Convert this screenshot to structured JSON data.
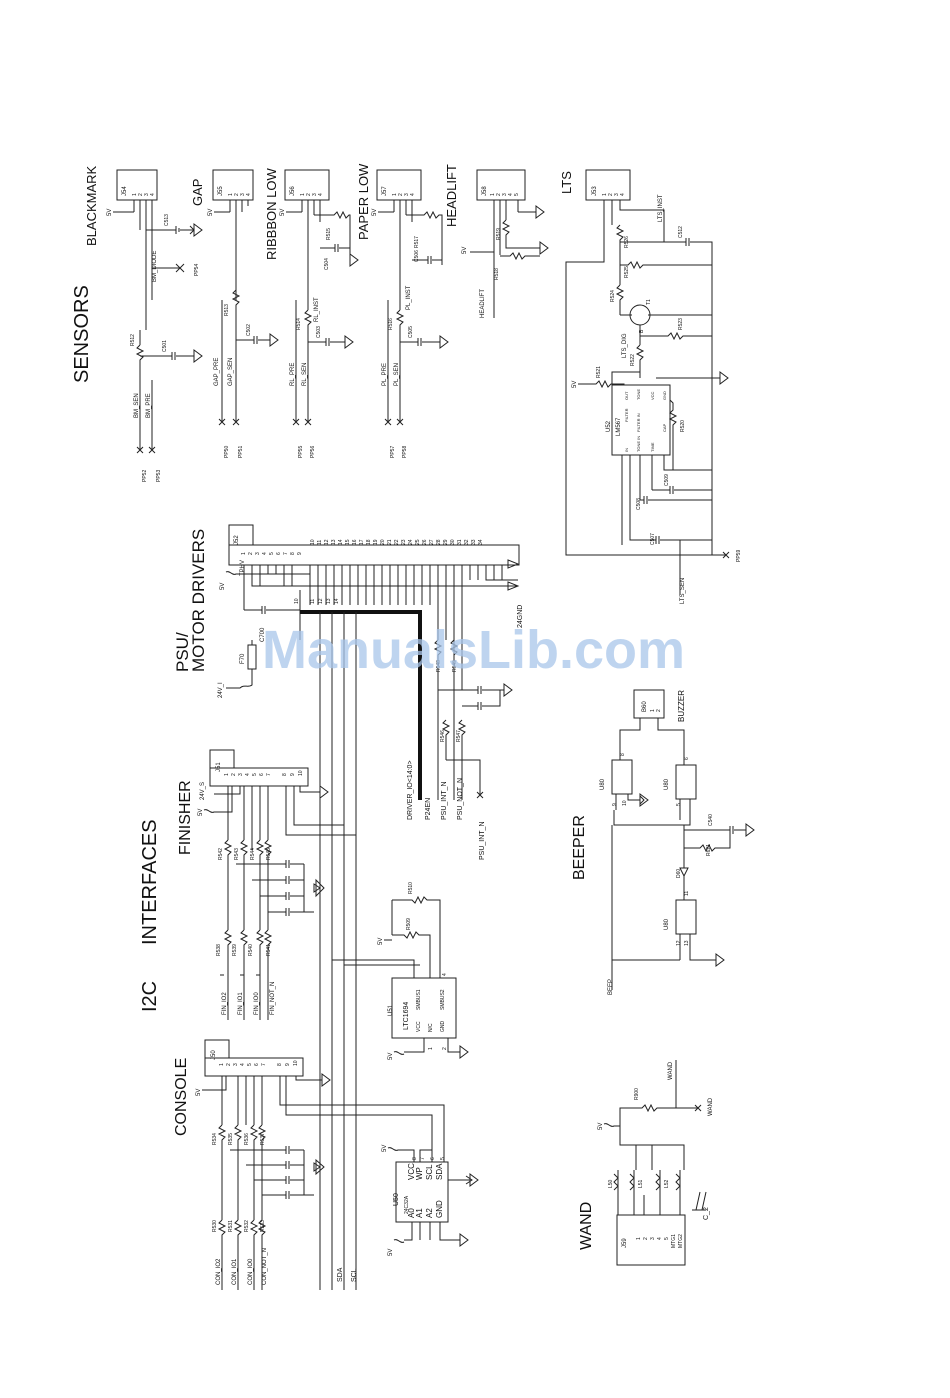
{
  "watermark": "ManualsLib.com",
  "sections": {
    "sensors": "SENSORS",
    "psu": [
      "PSU/",
      "MOTOR DRIVERS"
    ],
    "interfaces": "INTERFACES",
    "i2c": "I2C",
    "finisher": "FINISHER",
    "console": "CONSOLE",
    "beeper": "BEEPER",
    "wand": "WAND"
  },
  "sensors": {
    "blackmark": {
      "title": "BLACKMARK",
      "conn": "J54",
      "pins": [
        "1",
        "2",
        "3",
        "4"
      ],
      "v": "5V",
      "r1": "R512",
      "r2": "R513",
      "c1": "C501",
      "c2": "C513",
      "net1": "BM_DIODE",
      "net2": "BM_SEN",
      "net3": "BM_PRE",
      "pp1": "PP54",
      "pp2": "PP52",
      "pp3": "PP53"
    },
    "gap": {
      "title": "GAP",
      "conn": "J55",
      "pins": [
        "1",
        "2",
        "3",
        "4"
      ],
      "v": "5V",
      "r1": "R513",
      "c1": "C502",
      "net1": "GAP_PRE",
      "net2": "GAP_SEN",
      "pp1": "PP50",
      "pp2": "PP51"
    },
    "ribbon": {
      "title": "RIBBBON LOW",
      "conn": "J56",
      "pins": [
        "1",
        "2",
        "3",
        "4"
      ],
      "v": "5V",
      "r1": "R514",
      "r2": "R515",
      "c1": "C503",
      "c2": "C504",
      "net1": "RL_INST",
      "net2": "RL_PRE",
      "net3": "RL_SEN",
      "pp1": "PP55",
      "pp2": "PP56"
    },
    "paper": {
      "title": "PAPER LOW",
      "conn": "J57",
      "pins": [
        "1",
        "2",
        "3",
        "4"
      ],
      "v": "5V",
      "r1": "R516",
      "r2": "R517",
      "c1": "C505",
      "c2": "C506",
      "net1": "PL_INST",
      "net2": "PL_PRE",
      "net3": "PL_SEN",
      "pp1": "PP57",
      "pp2": "PP58"
    },
    "headlift": {
      "title": "HEADLIFT",
      "conn": "J58",
      "pins": [
        "1",
        "2",
        "3",
        "4",
        "5"
      ],
      "v": "5V",
      "r1": "R518",
      "r2": "R519",
      "net1": "HEADLIFT"
    },
    "lts": {
      "title": "LTS",
      "conn": "J53",
      "pins": [
        "1",
        "2",
        "3",
        "4"
      ],
      "v": "5V",
      "r1": "R520",
      "r2": "R521",
      "r3": "R522",
      "r4": "R523",
      "r5": "R524",
      "r6": "R525",
      "r7": "R526",
      "c1": "C507",
      "c2": "C508",
      "c3": "C509",
      "c4": "C512",
      "q": "T1",
      "ic": "U52",
      "icpart": "LM567",
      "icpins": [
        "OUT",
        "FILTER",
        "TONE",
        "VCC",
        "GND",
        "IN",
        "FILTER IN",
        "TONE IN",
        "TIME",
        "CAP"
      ],
      "net1": "LTS_INST",
      "net2": "LTS_DIG",
      "net3": "LTS_SEN",
      "pp": "PP59",
      "b": "B"
    }
  },
  "psu": {
    "conn": "J52",
    "pins": [
      "1",
      "2",
      "3",
      "4",
      "5",
      "6",
      "7",
      "8",
      "9",
      "10",
      "11",
      "12",
      "13",
      "14",
      "15",
      "16",
      "17",
      "18",
      "19",
      "20",
      "21",
      "22",
      "23",
      "24",
      "25",
      "26",
      "27",
      "28",
      "29",
      "30",
      "31",
      "32",
      "33",
      "34"
    ],
    "v": "5V",
    "tphv": "TPHV",
    "fuse": "F70",
    "cap": "C700",
    "v24": "24V_I",
    "gnd": "24GND",
    "busnums": [
      "10",
      "11",
      "12",
      "13",
      "14"
    ],
    "r": [
      "R546",
      "R547",
      "R548",
      "R549"
    ],
    "nets": [
      "DRIVER_IO<14:0>",
      "P24EN",
      "PSU_INT_N",
      "PSU_NOT_N"
    ],
    "psuint": "PSU_INT_N"
  },
  "finisher": {
    "conn": "J51",
    "pins": [
      "1",
      "2",
      "3",
      "4",
      "5",
      "6",
      "7",
      "8",
      "9",
      "10"
    ],
    "v": "5V",
    "v24": "24V_S",
    "r": [
      "R542",
      "R543",
      "R544",
      "R545",
      "R538",
      "R539",
      "R540",
      "R541"
    ],
    "nets": [
      "FIN_IO2",
      "FIN_IO1",
      "FIN_IO0",
      "FIN_NOT_N"
    ]
  },
  "i2c": {
    "ic": "U51",
    "part": "LTC1694",
    "pins": [
      "VCC",
      "SMBUS1",
      "N/C",
      "GND",
      "SMBUS2"
    ],
    "pinnums": [
      "1",
      "2",
      "3",
      "4"
    ],
    "v": "5V",
    "v2": "5V",
    "r": [
      "R509",
      "R510"
    ],
    "sda": "SDA",
    "scl": "SCL"
  },
  "console": {
    "conn": "J50",
    "pins": [
      "1",
      "2",
      "3",
      "4",
      "5",
      "6",
      "7",
      "8",
      "9",
      "10"
    ],
    "v": "5V",
    "r": [
      "R534",
      "R535",
      "R536",
      "R537",
      "R530",
      "R531",
      "R532",
      "R533"
    ],
    "nets": [
      "CON_IO2",
      "CON_IO1",
      "CON_IO0",
      "CON_NOT_N"
    ],
    "eeprom": "U50",
    "eeprompart": "24C32A",
    "epins": [
      "VCC",
      "WP",
      "SCL",
      "SDA",
      "A0",
      "A1",
      "A2",
      "GND"
    ],
    "enums": [
      "8",
      "7",
      "6",
      "5",
      "1",
      "2",
      "3",
      "4"
    ],
    "v2": "5V",
    "v3": "5V"
  },
  "beeper": {
    "u1": "U80",
    "u2": "U80",
    "u3": "U80",
    "buzzer": "B60",
    "bname": "BUZZER",
    "bpins": [
      "1",
      "2"
    ],
    "r": "R621",
    "c": "C540",
    "d": "D60",
    "net": "BEEP",
    "pins": [
      "8",
      "9",
      "10",
      "5",
      "6",
      "11",
      "12",
      "13"
    ]
  },
  "wand": {
    "conn": "J59",
    "l": [
      "L50",
      "L51",
      "L52"
    ],
    "r": "R900",
    "net": "WAND",
    "v": "5V",
    "misc": "C_2",
    "mpins": [
      "1",
      "2",
      "3",
      "4",
      "5",
      "MTG1",
      "MTG2"
    ]
  }
}
